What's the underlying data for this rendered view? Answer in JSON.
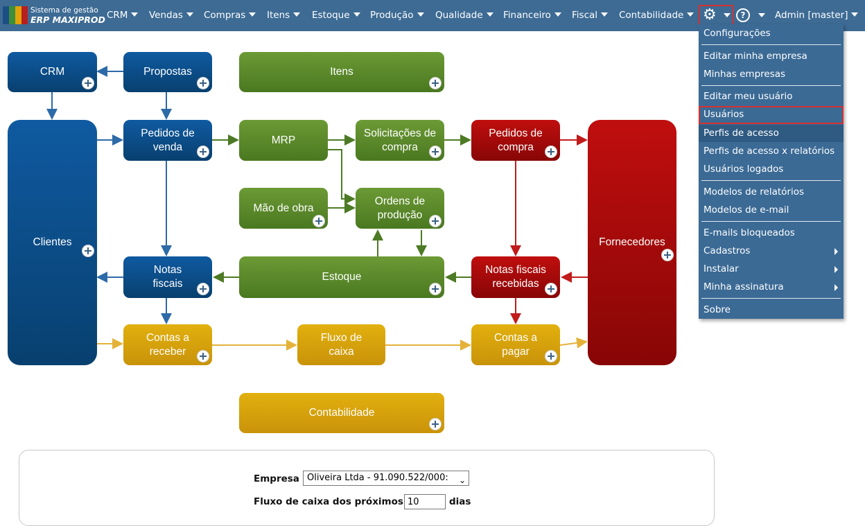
{
  "logo": {
    "line1": "Sistema de gestão",
    "line2": "ERP MAXIPROD",
    "colors": [
      "#1c4f86",
      "#3c8f38",
      "#e2a20a",
      "#b81f1f"
    ]
  },
  "nav": {
    "items": [
      "CRM",
      "Vendas",
      "Compras",
      "Itens",
      "Estoque",
      "Produção",
      "Qualidade",
      "Financeiro",
      "Fiscal",
      "Contabilidade"
    ],
    "settings_icon": "gear-icon",
    "help_icon": "help-icon",
    "user": "Admin [master]"
  },
  "settings_menu": {
    "items": [
      "Configurações",
      "Editar minha empresa",
      "Minhas empresas",
      "Editar meu usuário",
      "Usuários",
      "Perfis de acesso",
      "Perfis de acesso x relatórios",
      "Usuários logados",
      "Modelos de relatórios",
      "Modelos de e-mail",
      "E-mails bloqueados",
      "Cadastros",
      "Instalar",
      "Minha assinatura",
      "Sobre"
    ],
    "highlighted": "Usuários",
    "hovered": "Perfis de acesso"
  },
  "diagram": {
    "crm": "CRM",
    "propostas": "Propostas",
    "itens": "Itens",
    "clientes": "Clientes",
    "pedidos_venda": "Pedidos de venda",
    "mrp": "MRP",
    "solicitacoes": "Solicitações de compra",
    "pedidos_compra": "Pedidos de compra",
    "fornecedores": "Fornecedores",
    "mao_obra": "Mão de obra",
    "ordens": "Ordens de produção",
    "notas": "Notas fiscais",
    "estoque": "Estoque",
    "notas_receb": "Notas fiscais recebidas",
    "contas_receber": "Contas a receber",
    "fluxo": "Fluxo de caixa",
    "contas_pagar": "Contas a pagar",
    "contabilidade": "Contabilidade"
  },
  "form": {
    "empresa_label": "Empresa",
    "empresa_value": "Oliveira Ltda - 91.090.522/000:",
    "fluxo_label": "Fluxo de caixa dos próximos",
    "fluxo_days": "10",
    "dias_label": "dias"
  },
  "colors": {
    "topbar": "#3d6b94",
    "blue": "#0b4f8c",
    "green": "#5a8a2a",
    "red": "#a50b0b",
    "yellow": "#d9a70c",
    "highlight": "#d63030"
  }
}
